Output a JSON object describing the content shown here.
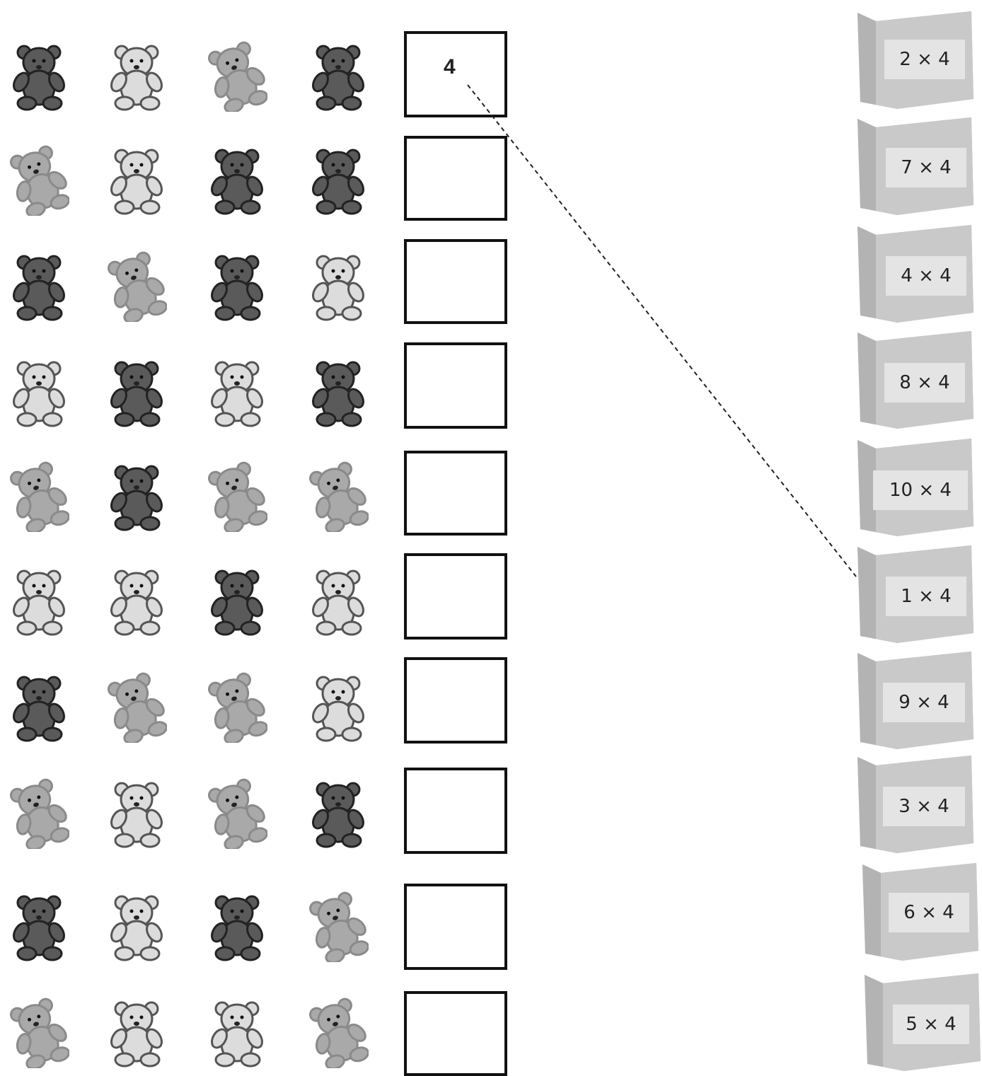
{
  "worksheet": {
    "rows": [
      {
        "bears": [
          "dark",
          "light",
          "faded",
          "dark"
        ],
        "answer": "4"
      },
      {
        "bears": [
          "faded",
          "light",
          "dark",
          "dark"
        ],
        "answer": ""
      },
      {
        "bears": [
          "dark",
          "faded",
          "dark",
          "light"
        ],
        "answer": ""
      },
      {
        "bears": [
          "light",
          "dark",
          "light",
          "dark"
        ],
        "answer": ""
      },
      {
        "bears": [
          "faded",
          "dark",
          "faded",
          "faded"
        ],
        "answer": ""
      },
      {
        "bears": [
          "light",
          "light",
          "dark",
          "light"
        ],
        "answer": ""
      },
      {
        "bears": [
          "dark",
          "faded",
          "faded",
          "light"
        ],
        "answer": ""
      },
      {
        "bears": [
          "faded",
          "light",
          "faded",
          "dark"
        ],
        "answer": ""
      },
      {
        "bears": [
          "dark",
          "light",
          "dark",
          "faded"
        ],
        "answer": ""
      },
      {
        "bears": [
          "faded",
          "light",
          "light",
          "faded"
        ],
        "answer": ""
      }
    ],
    "bags": [
      "2 × 4",
      "7 × 4",
      "4 × 4",
      "8 × 4",
      "10 × 4",
      "1 × 4",
      "9 × 4",
      "3 × 4",
      "6 × 4",
      "5 × 4"
    ],
    "example_match": {
      "row": 0,
      "bag": 5
    },
    "icons": {
      "bear": "teddy-bear-icon",
      "bag": "paper-bag-icon"
    },
    "colors": {
      "dark_bear": "#5a5a5a",
      "light_bear": "#dcdcdc",
      "faded_bear": "#a9a9a9",
      "bag": "#c4c4c4",
      "label_bg": "#e4e4e4"
    }
  }
}
